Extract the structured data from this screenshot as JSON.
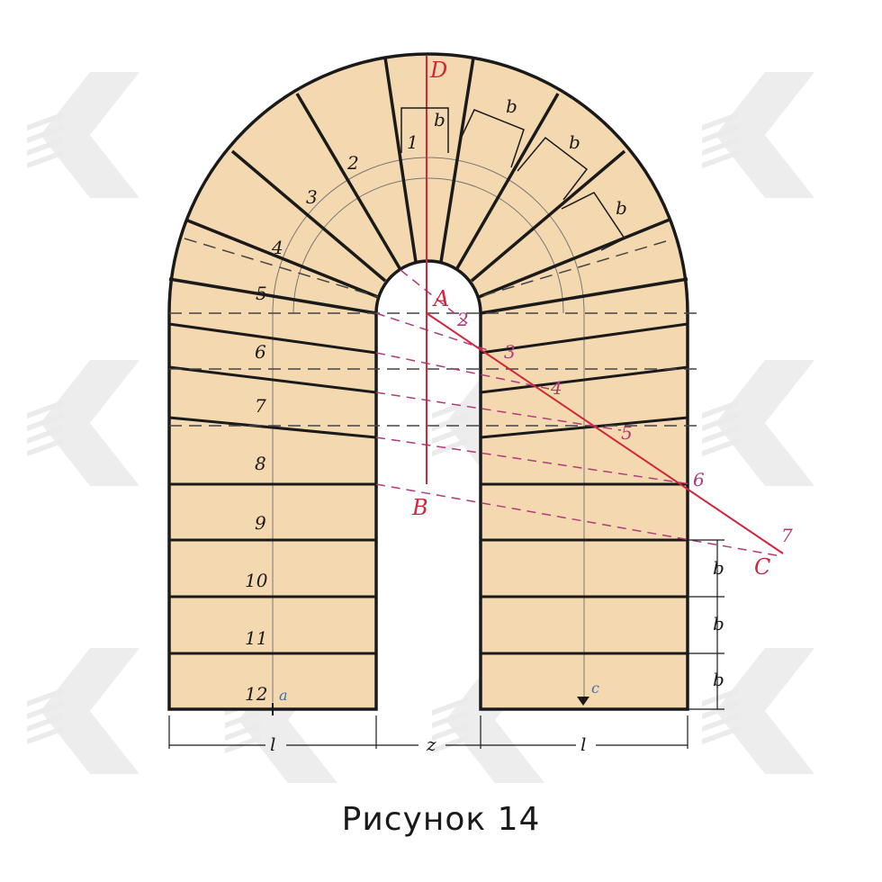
{
  "caption": "Рисунок 14",
  "colors": {
    "fill": "#f4d9b0",
    "outline": "#1a1a1a",
    "red": "#d0253a",
    "magenta": "#b23a7a",
    "dashed_gray": "#555555",
    "blue": "#3a6fb0",
    "watermark": "#e8e8e8"
  },
  "points": {
    "A": "A",
    "B": "B",
    "C": "C",
    "D": "D"
  },
  "points_red": [
    "A",
    "B",
    "C",
    "D"
  ],
  "step_numbers_left": [
    "1",
    "2",
    "3",
    "4",
    "5",
    "6",
    "7",
    "8",
    "9",
    "10",
    "11",
    "12"
  ],
  "winder_numbers_right": [
    "2",
    "3",
    "4",
    "5",
    "6",
    "7"
  ],
  "tread_label": "b",
  "dimension_labels": {
    "left_width": "l",
    "gap": "z",
    "right_width": "l"
  },
  "markers": {
    "a": "a",
    "c": "c"
  },
  "watermark_icon": "stylized-k-logo"
}
